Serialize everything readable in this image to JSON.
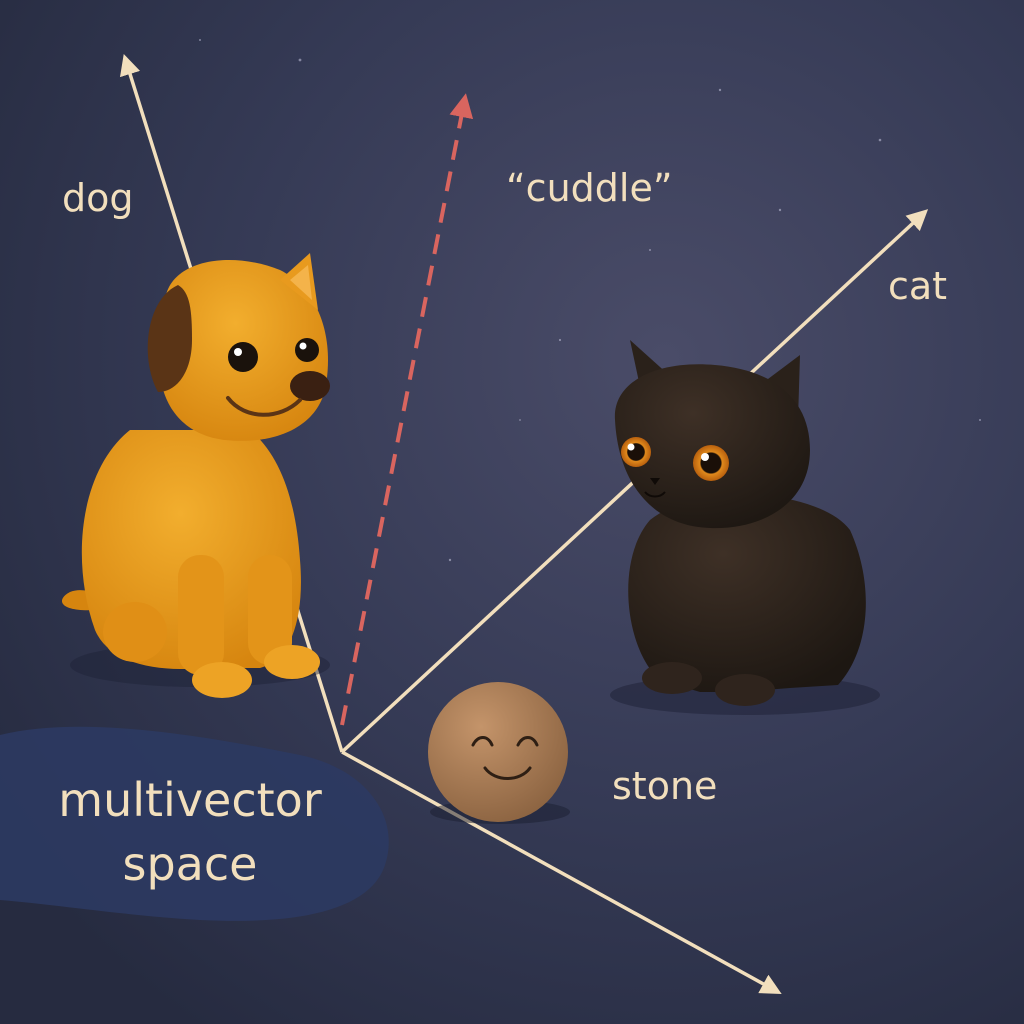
{
  "labels": {
    "dog": "dog",
    "cuddle": "“cuddle”",
    "cat": "cat",
    "stone": "stone",
    "space": "multivector\nspace"
  },
  "colors": {
    "background": "#2f3550",
    "axis": "#f2dfbd",
    "cuddle_vector": "#d9655f",
    "dog": "#e89a1e",
    "cat": "#2f241d",
    "stone": "#b07f55",
    "space_blob": "#2c3a62"
  }
}
